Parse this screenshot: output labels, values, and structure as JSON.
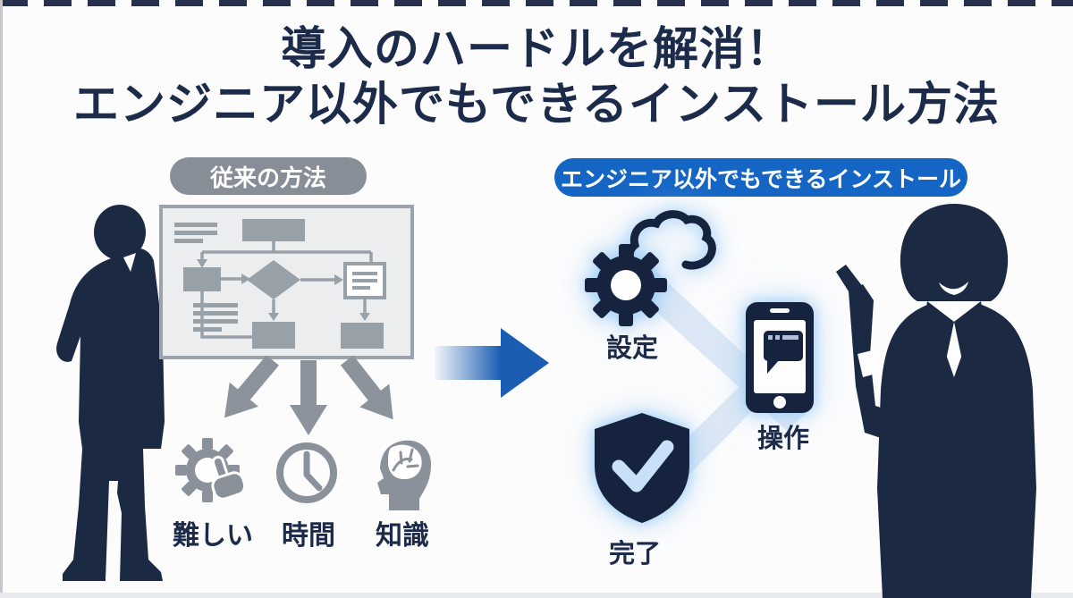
{
  "title": {
    "line1": "導入のハードルを解消！",
    "line2": "エンジニア以外でもできるインストール方法"
  },
  "left": {
    "badge": "従来の方法",
    "figure": "thinking-businessman-silhouette",
    "board": "flowchart-whiteboard",
    "items": [
      {
        "icon": "gear-hand-icon",
        "label": "難しい"
      },
      {
        "icon": "clock-icon",
        "label": "時間"
      },
      {
        "icon": "brain-head-icon",
        "label": "知識"
      }
    ]
  },
  "transition": {
    "icon": "right-arrow-icon"
  },
  "right": {
    "badge": "エンジニア以外でもできるインストール",
    "figure": "presenting-businesswoman-silhouette",
    "steps": [
      {
        "icon": "gear-cloud-icon",
        "label": "設定"
      },
      {
        "icon": "smartphone-chat-icon",
        "label": "操作"
      },
      {
        "icon": "shield-check-icon",
        "label": "完了"
      }
    ]
  },
  "colors": {
    "navy": "#1b2942",
    "icon_navy": "#16233f",
    "title_navy": "#1d2b4a",
    "gray_icon": "#8a919b",
    "gray_badge": "#878e98",
    "blue_badge": "#1565c4",
    "arrow_blue": "#1a5db3",
    "band_blue": "#dce8f5",
    "check_blue": "#c9e0f8",
    "board_bg": "#ecedef",
    "board_line": "#98a0a8"
  }
}
